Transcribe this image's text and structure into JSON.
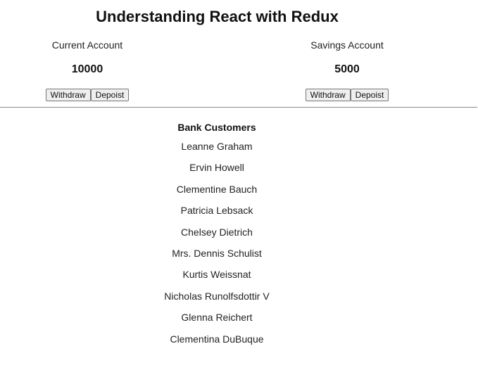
{
  "title": "Understanding React with Redux",
  "accounts": {
    "current": {
      "label": "Current Account",
      "balance": "10000",
      "withdraw_label": "Withdraw",
      "deposit_label": "Depoist"
    },
    "savings": {
      "label": "Savings Account",
      "balance": "5000",
      "withdraw_label": "Withdraw",
      "deposit_label": "Depoist"
    }
  },
  "customers": {
    "heading": "Bank Customers",
    "names": [
      "Leanne Graham",
      "Ervin Howell",
      "Clementine Bauch",
      "Patricia Lebsack",
      "Chelsey Dietrich",
      "Mrs. Dennis Schulist",
      "Kurtis Weissnat",
      "Nicholas Runolfsdottir V",
      "Glenna Reichert",
      "Clementina DuBuque"
    ]
  }
}
